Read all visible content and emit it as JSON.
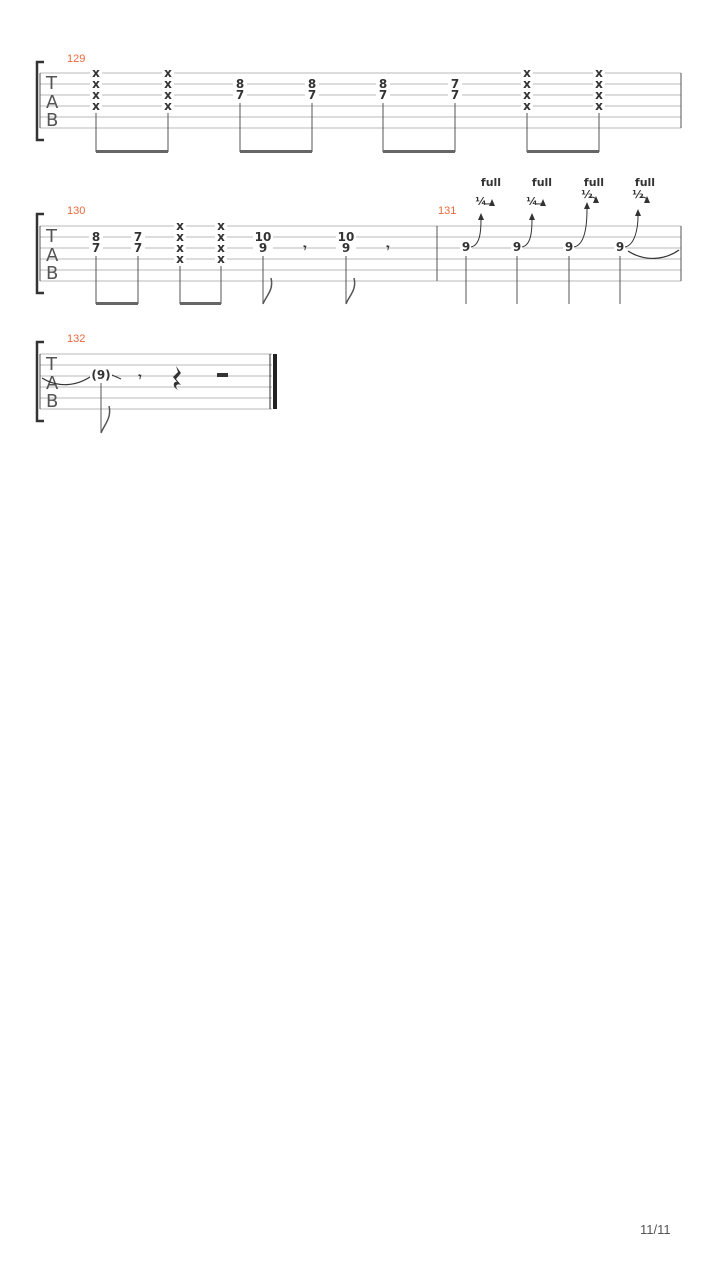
{
  "document": {
    "type": "guitar-tablature",
    "page_number": "11/11"
  },
  "tab_clef": [
    "T",
    "A",
    "B"
  ],
  "measure_numbers": {
    "m129": "129",
    "m130": "130",
    "m131": "131",
    "m132": "132"
  },
  "x_mark": "x",
  "frets": {
    "m129": [
      "8",
      "7",
      "8",
      "7",
      "8",
      "7",
      "7",
      "7"
    ],
    "m130": [
      "8",
      "7",
      "7",
      "7",
      "10",
      "9",
      "10",
      "9"
    ],
    "m131": [
      "9",
      "9",
      "9",
      "9"
    ],
    "m132": [
      "(9)"
    ]
  },
  "bends": [
    {
      "top": "full",
      "fraction": "¼"
    },
    {
      "top": "full",
      "fraction": "¼"
    },
    {
      "top": "full",
      "fraction": "½"
    },
    {
      "top": "full",
      "fraction": "½"
    }
  ]
}
